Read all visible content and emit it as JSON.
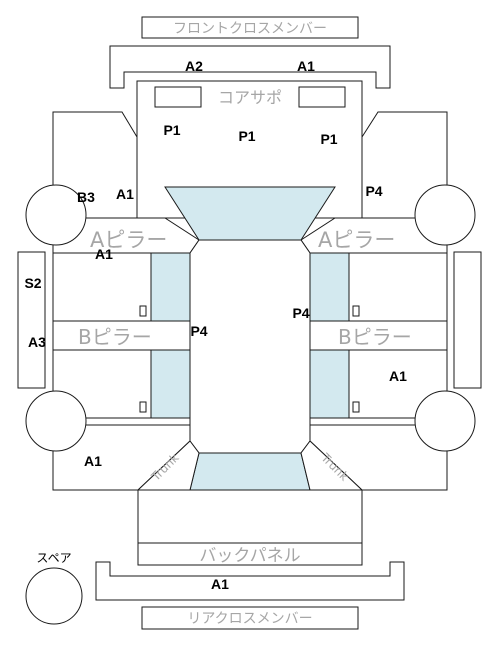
{
  "parts": {
    "front_cross_member": "フロントクロスメンバー",
    "core_support": "コアサポ",
    "a_pillar_left": "Aピラー",
    "a_pillar_right": "Aピラー",
    "b_pillar_left": "Bピラー",
    "b_pillar_right": "Bピラー",
    "back_panel": "バックパネル",
    "rear_cross_member": "リアクロスメンバー",
    "spare": "スペア",
    "trunk_left": "Trunk",
    "trunk_right": "Trunk"
  },
  "labels": {
    "front_member_left": "A2",
    "front_member_right": "A1",
    "core_left": "P1",
    "core_center": "P1",
    "core_right": "P1",
    "b3": "B3",
    "left_fender": "A1",
    "right_fender": "P4",
    "left_front_door": "A1",
    "s2": "S2",
    "a3": "A3",
    "left_b_pillar": "P4",
    "right_front_door": "P4",
    "right_rear_door": "A1",
    "left_rear": "A1",
    "rear_member": "A1"
  }
}
